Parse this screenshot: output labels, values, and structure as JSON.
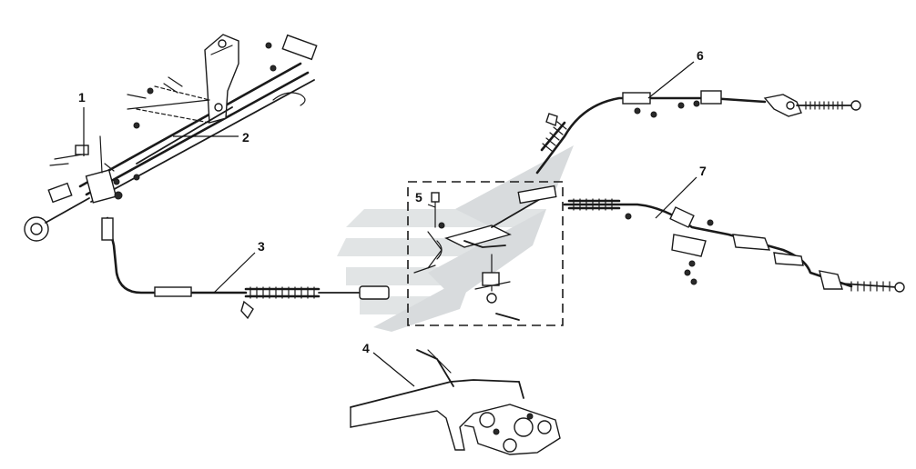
{
  "callouts": [
    {
      "id": "1",
      "label": "1"
    },
    {
      "id": "2",
      "label": "2"
    },
    {
      "id": "3",
      "label": "3"
    },
    {
      "id": "4",
      "label": "4"
    },
    {
      "id": "5",
      "label": "5"
    },
    {
      "id": "6",
      "label": "6"
    },
    {
      "id": "7",
      "label": "7"
    }
  ],
  "colors": {
    "line": "#1a1a1a",
    "watermark": "#cfd4d6",
    "background": "#ffffff"
  }
}
